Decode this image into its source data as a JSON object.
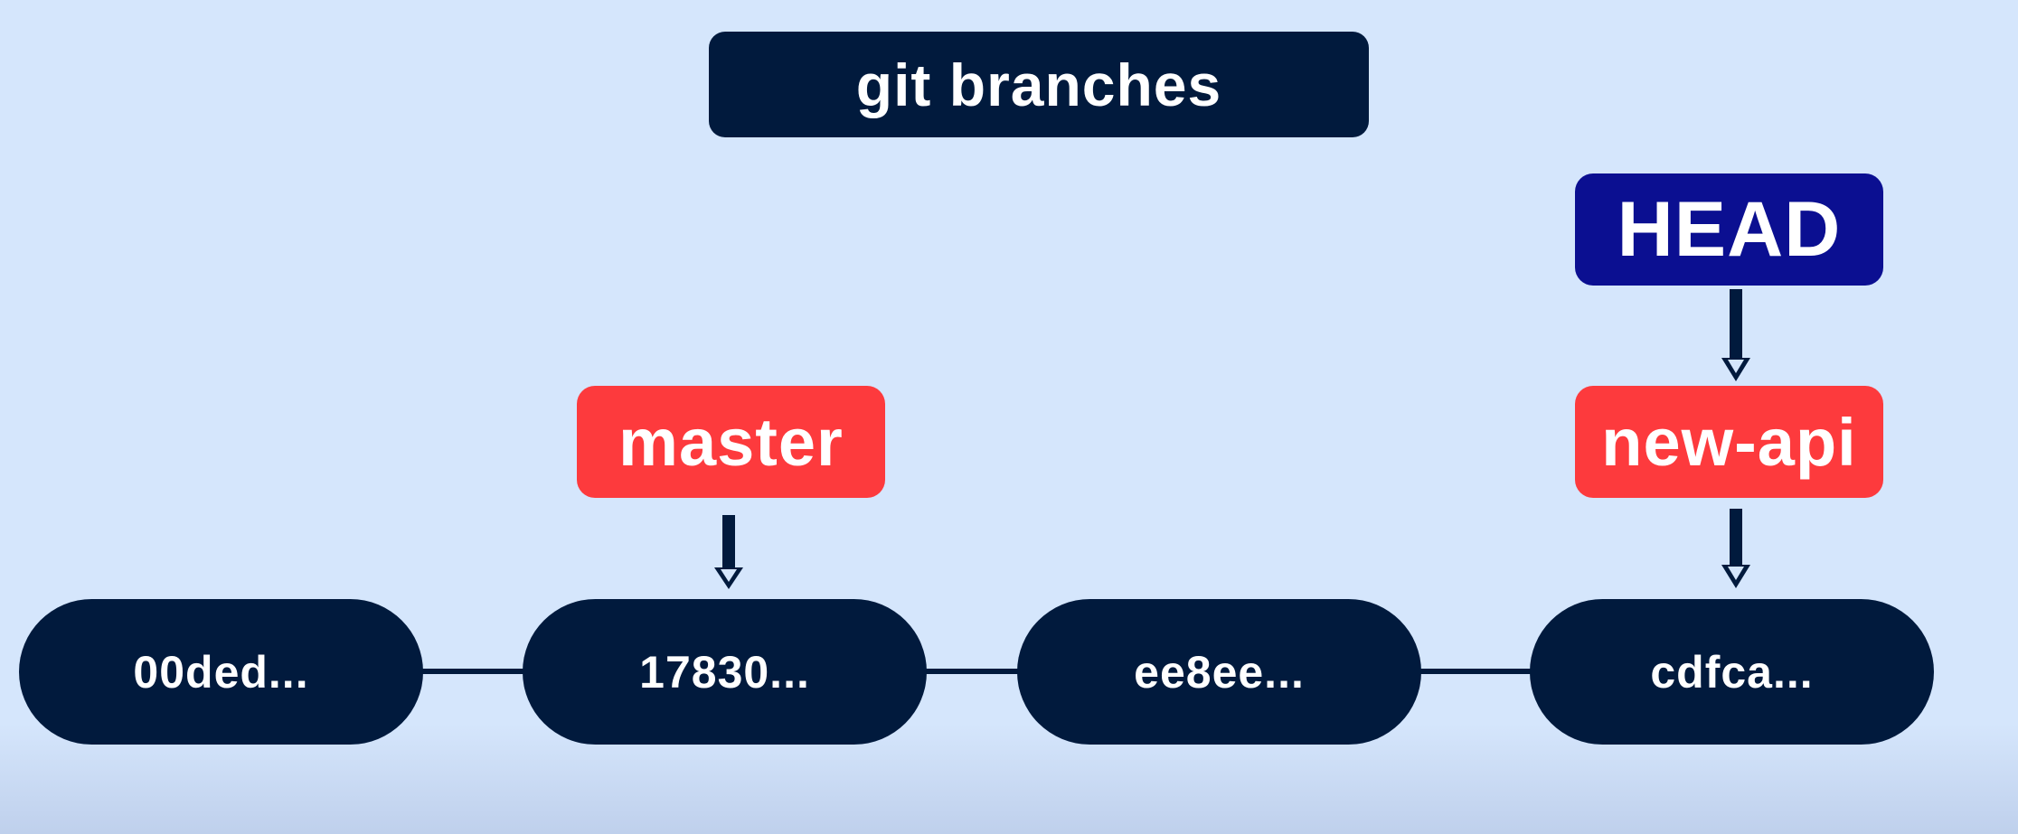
{
  "title": "git branches",
  "head": {
    "label": "HEAD"
  },
  "branches": [
    {
      "label": "master"
    },
    {
      "label": "new-api"
    }
  ],
  "commits": [
    {
      "label": "00ded..."
    },
    {
      "label": "17830..."
    },
    {
      "label": "ee8ee..."
    },
    {
      "label": "cdfca..."
    }
  ],
  "colors": {
    "background": "#d5e6fc",
    "commit": "#011a3d",
    "branch": "#fd3a3d",
    "head": "#0b0f91",
    "title": "#011a3d"
  }
}
